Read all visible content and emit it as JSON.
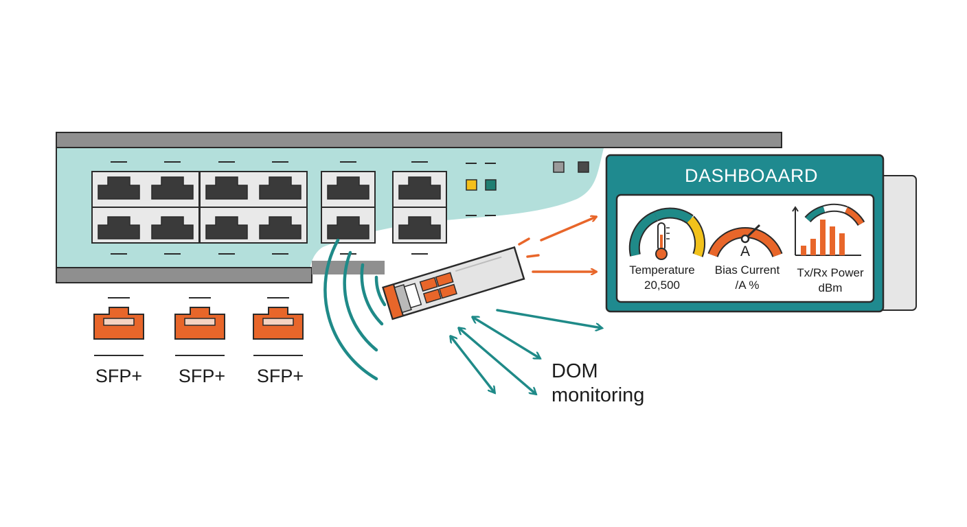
{
  "colors": {
    "chassis_fill": "#b3dfdb",
    "rail": "#8f8f8f",
    "outline": "#2a2a2a",
    "port_dark": "#3a3a3a",
    "port_light": "#e9e9e9",
    "accent_orange": "#e8662a",
    "accent_teal": "#1f8a88",
    "led_yellow": "#f4c01a",
    "led_teal": "#1f7f72",
    "led_gray": "#9a9a9a",
    "dashboard_frame": "#1f8a8f",
    "gauge_yellow": "#f2c21b"
  },
  "icons": [
    "rj45-port-icon",
    "sfp-port-icon",
    "sfp-transceiver-icon",
    "signal-waves-icon",
    "thermometer-icon",
    "gauge-needle-icon",
    "bar-chart-icon",
    "status-led-icon"
  ],
  "sfp_ports": [
    {
      "label": "SFP+"
    },
    {
      "label": "SFP+"
    },
    {
      "label": "SFP+"
    }
  ],
  "dom_label_line1": "DOM",
  "dom_label_line2": "monitoring",
  "dashboard": {
    "title": "DASHBOAARD",
    "gauges": [
      {
        "name": "temperature",
        "label": "Temperature",
        "value": "20,500"
      },
      {
        "name": "bias-current",
        "symbol": "A",
        "label": "Bias Current",
        "value": "/A %"
      },
      {
        "name": "tx-rx-power",
        "label": "Tx/Rx Power",
        "value": "dBm"
      }
    ]
  }
}
